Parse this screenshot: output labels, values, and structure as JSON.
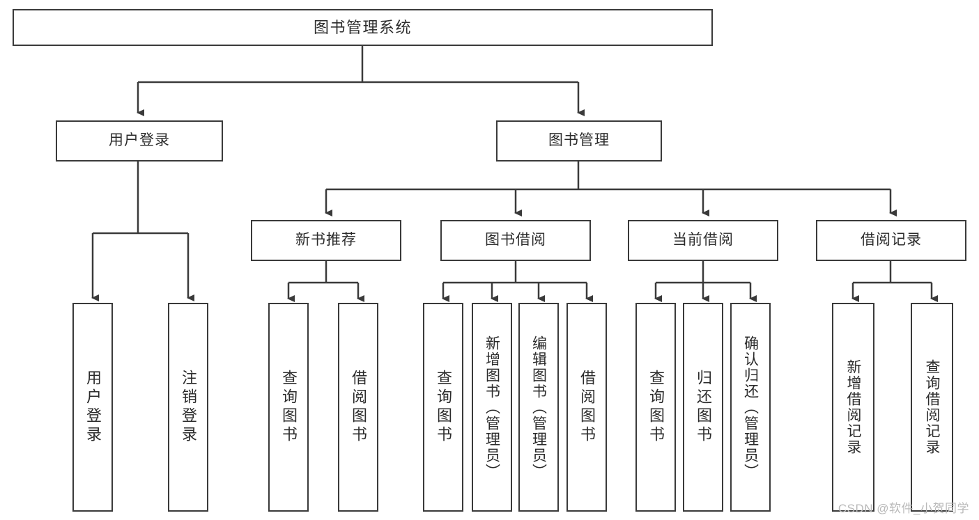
{
  "diagram": {
    "type": "tree-hierarchy",
    "title": "图书管理系统",
    "root": {
      "id": "root",
      "label": "图书管理系统"
    },
    "level2": [
      {
        "id": "user-login",
        "label": "用户登录"
      },
      {
        "id": "book-management",
        "label": "图书管理"
      }
    ],
    "level3": [
      {
        "id": "new-book-recommend",
        "label": "新书推荐",
        "parent": "book-management"
      },
      {
        "id": "book-borrow",
        "label": "图书借阅",
        "parent": "book-management"
      },
      {
        "id": "current-borrow",
        "label": "当前借阅",
        "parent": "book-management"
      },
      {
        "id": "borrow-record",
        "label": "借阅记录",
        "parent": "book-management"
      }
    ],
    "leaves": [
      {
        "id": "leaf-user-login",
        "label": "用户登录",
        "parent": "user-login"
      },
      {
        "id": "leaf-logout-login",
        "label": "注销登录",
        "parent": "user-login"
      },
      {
        "id": "leaf-query-book-1",
        "label": "查询图书",
        "parent": "new-book-recommend"
      },
      {
        "id": "leaf-borrow-book-1",
        "label": "借阅图书",
        "parent": "new-book-recommend"
      },
      {
        "id": "leaf-query-book-2",
        "label": "查询图书",
        "parent": "book-borrow"
      },
      {
        "id": "leaf-add-book",
        "label": "新增图书（管理员）",
        "parent": "book-borrow"
      },
      {
        "id": "leaf-edit-book",
        "label": "编辑图书（管理员）",
        "parent": "book-borrow"
      },
      {
        "id": "leaf-borrow-book-2",
        "label": "借阅图书",
        "parent": "book-borrow"
      },
      {
        "id": "leaf-query-book-3",
        "label": "查询图书",
        "parent": "current-borrow"
      },
      {
        "id": "leaf-return-book",
        "label": "归还图书",
        "parent": "current-borrow"
      },
      {
        "id": "leaf-confirm-return",
        "label": "确认归还（管理员）",
        "parent": "current-borrow"
      },
      {
        "id": "leaf-add-record",
        "label": "新增借阅记录",
        "parent": "borrow-record"
      },
      {
        "id": "leaf-query-record",
        "label": "查询借阅记录",
        "parent": "borrow-record"
      }
    ],
    "colors": {
      "stroke": "#3a3a3a",
      "fill": "#ffffff",
      "text": "#2b2b2b",
      "watermark": "#b9b9b9"
    }
  },
  "watermark": {
    "text": "CSDN @软件_小贺同学"
  }
}
